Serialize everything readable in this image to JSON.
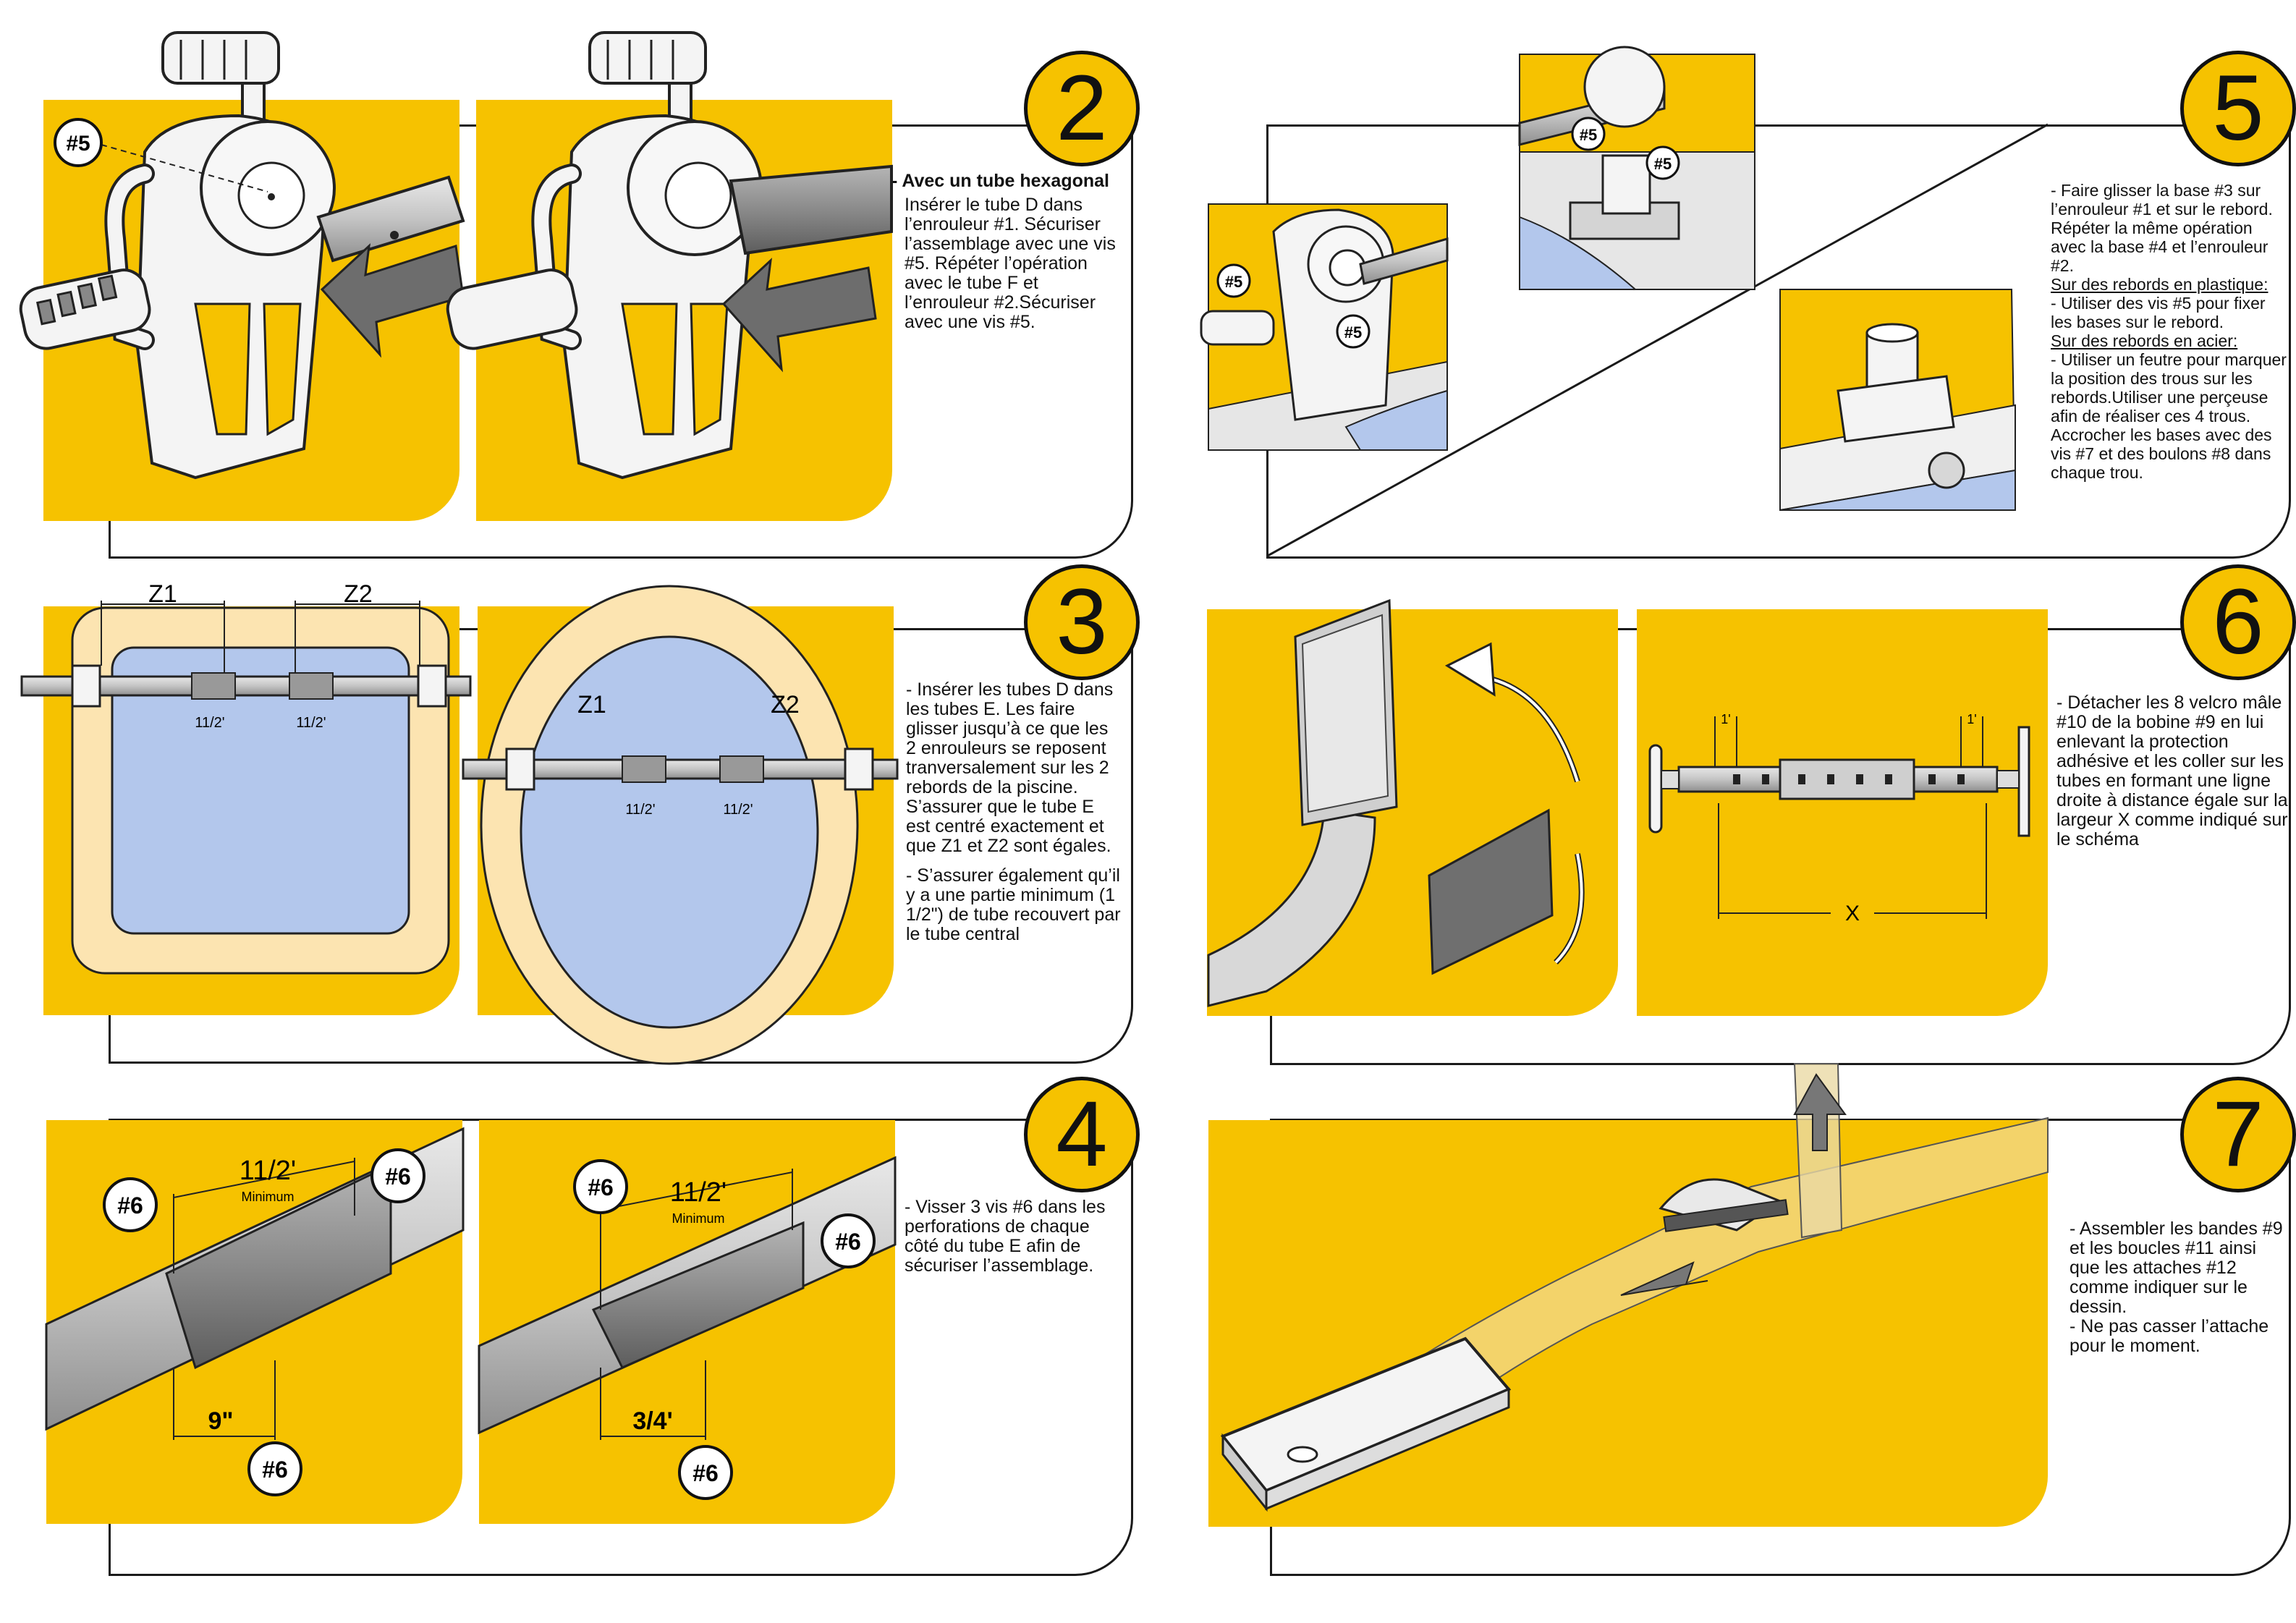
{
  "steps": [
    {
      "number": "2",
      "title": "- Avec un tube hexagonal",
      "paragraphs": [
        "Insérer le tube D dans l’enrouleur #1. Sécuriser l’assemblage avec une vis #5. Répéter l’opération avec le tube F et l’enrouleur #2.Sécuriser avec une vis #5."
      ],
      "labels": [
        "#5"
      ]
    },
    {
      "number": "3",
      "paragraphs": [
        "- Insérer les tubes D dans les tubes E. Les faire glisser jusqu’à ce que les 2 enrouleurs se reposent tranversalement sur les 2 rebords de la piscine. S’assurer que le tube E est centré exactement et que Z1 et Z2 sont égales.",
        "- S’assurer également qu’il y a une partie minimum (1 1/2\") de tube recouvert par le tube central"
      ],
      "labels": [
        "Z1",
        "Z2",
        "11/2'"
      ]
    },
    {
      "number": "4",
      "paragraphs": [
        "- Visser 3 vis #6 dans les perforations de chaque côté du tube E afin de sécuriser l’assemblage."
      ],
      "labels": [
        "#6",
        "11/2'",
        "Minimum",
        "9\"",
        "3/4'"
      ]
    },
    {
      "number": "5",
      "paragraphs": [
        "- Faire glisser la base #3 sur l’enrouleur #1 et sur le rebord. Répéter la même opération avec la base #4 et l’enrouleur #2."
      ],
      "heading_plastic": "Sur des rebords en plastique:",
      "paragraph_plastic": "- Utiliser des vis #5 pour fixer les bases sur le rebord.",
      "heading_steel": "Sur des rebords en acier:",
      "paragraph_steel": "- Utiliser un feutre pour marquer la position des trous sur les rebords.Utiliser une perçeuse afin de réaliser ces 4 trous. Accrocher les bases avec des vis #7 et des boulons #8 dans chaque trou.",
      "labels": [
        "#5"
      ]
    },
    {
      "number": "6",
      "paragraphs": [
        "- Détacher les 8 velcro mâle #10 de la bobine #9 en lui enlevant la protection adhésive et les coller sur les tubes en formant une ligne droite à distance égale sur la largeur X comme indiqué sur le schéma"
      ],
      "labels": [
        "1'",
        "X"
      ]
    },
    {
      "number": "7",
      "paragraphs": [
        "- Assembler les bandes #9 et les boucles #11 ainsi que les attaches #12 comme indiquer sur le dessin.",
        "- Ne pas casser l’attache pour le moment."
      ]
    }
  ],
  "colors": {
    "accent": "#F6C200",
    "water": "#B3C7EC",
    "deck": "#FCE4B1",
    "line": "#1a1a1a"
  }
}
